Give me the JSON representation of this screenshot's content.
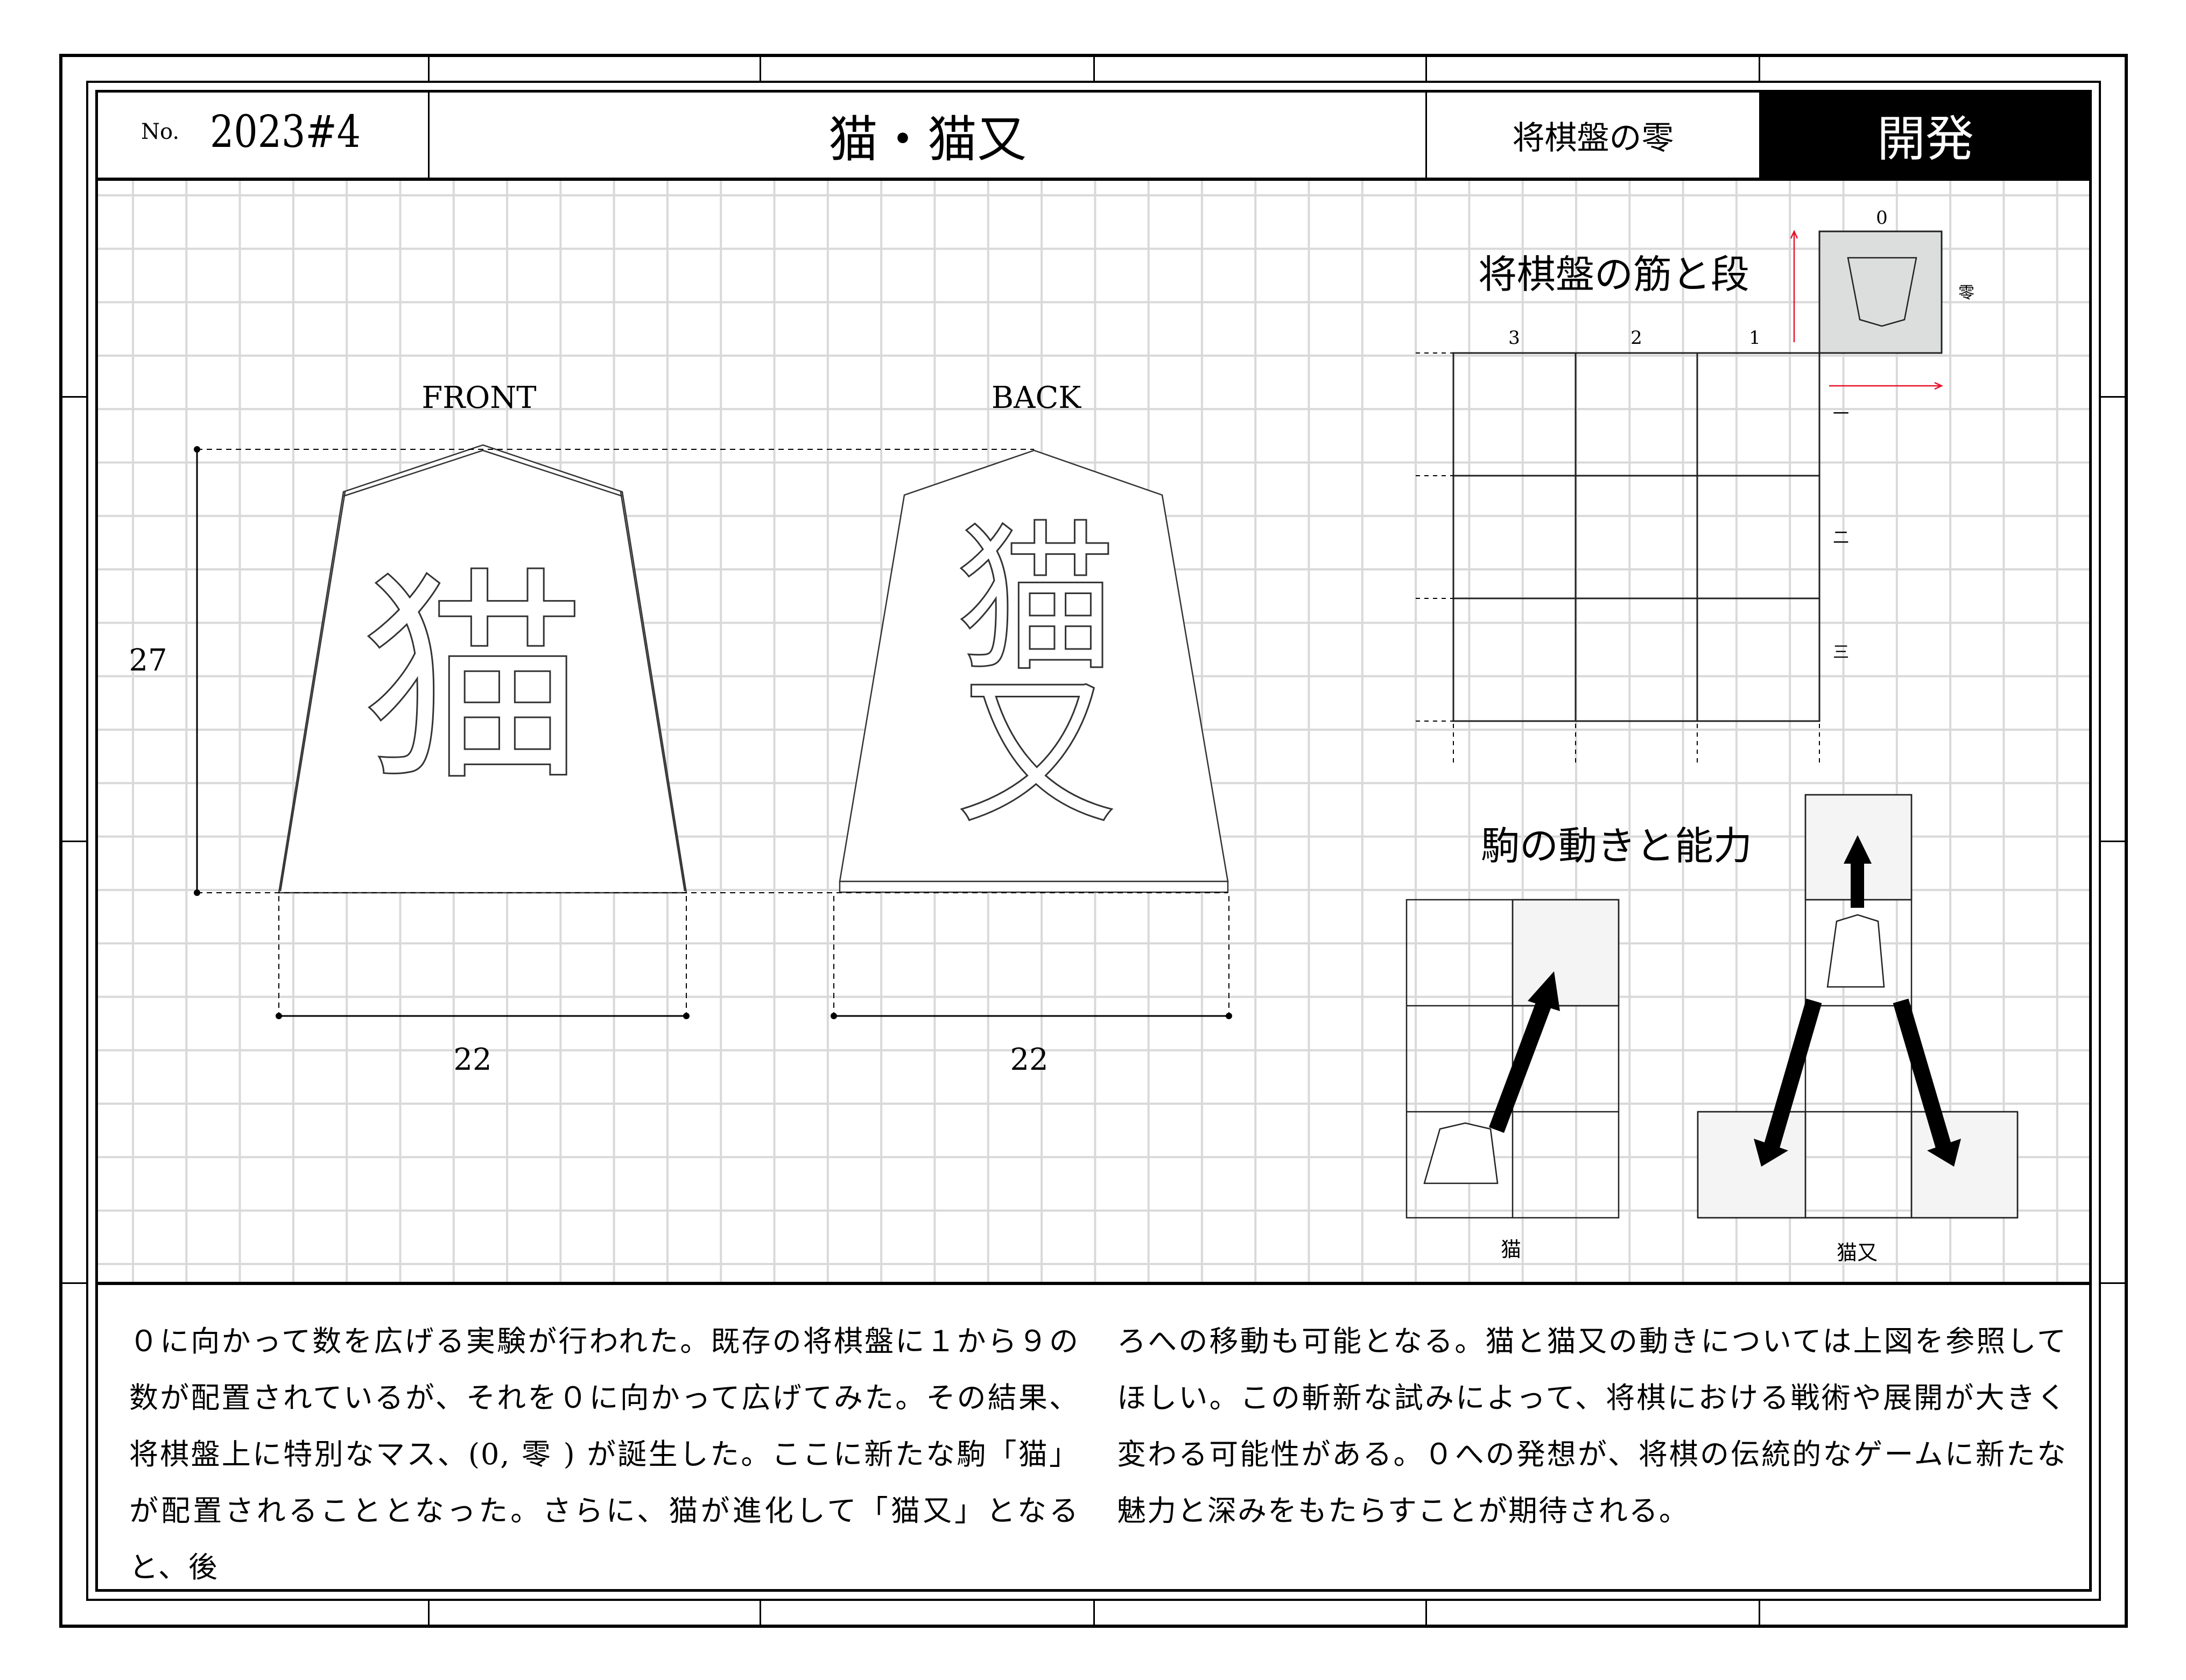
{
  "header": {
    "no_label": "No.",
    "number": "2023#4",
    "title": "猫・猫又",
    "series": "将棋盤の零",
    "category": "開発"
  },
  "pieces": {
    "front_label": "FRONT",
    "back_label": "BACK",
    "front_kanji": "猫",
    "back_kanji_1": "猫",
    "back_kanji_2": "又",
    "height_dimension": "27",
    "front_width_dimension": "22",
    "back_width_dimension": "22"
  },
  "board_diagram": {
    "title": "将棋盤の筋と段",
    "files": [
      "3",
      "2",
      "1"
    ],
    "zero_file": "0",
    "ranks": [
      "一",
      "二",
      "三"
    ],
    "zero_rank": "零"
  },
  "movement_diagram": {
    "title": "駒の動きと能力",
    "cat_label": "猫",
    "nekomata_label": "猫又"
  },
  "body": {
    "column_1": "０に向かって数を広げる実験が行われた。既存の将棋盤に１から９の数が配置されているが、それを０に向かって広げてみた。その結果、将棋盤上に特別なマス、(0, 零 ) が誕生した。ここに新たな駒「猫」が配置されることとなった。さらに、猫が進化して「猫又」となると、後",
    "column_2": "ろへの移動も可能となる。猫と猫又の動きについては上図を参照してほしい。この斬新な試みによって、将棋における戦術や展開が大きく変わる可能性がある。０への発想が、将棋の伝統的なゲームに新たな魅力と深みをもたらすことが期待される。"
  },
  "colors": {
    "frame": "#000000",
    "grid": "#d9d9d9",
    "zero_cell_fill": "#dcdddd",
    "move_cell_fill": "#f4f4f4",
    "axis_arrow": "#e8102a",
    "category_bg": "#000000",
    "category_fg": "#ffffff"
  }
}
